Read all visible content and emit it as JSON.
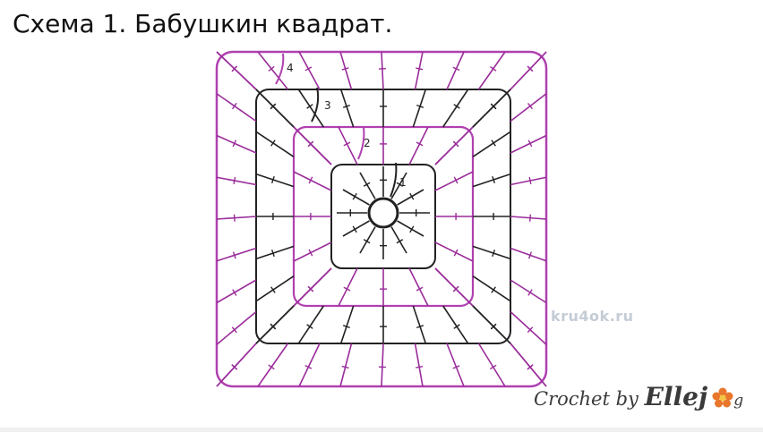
{
  "title": "Схема 1. Бабушкин квадрат.",
  "diagram": {
    "row_labels": [
      "1",
      "2",
      "3",
      "4"
    ],
    "colors": {
      "odd_rows": "#222222",
      "even_rows": "#9a2c9a",
      "chain": "#b040b0"
    }
  },
  "watermark": "kru4ok.ru",
  "brand": {
    "part1": "Crochet by ",
    "part2": "Ellej",
    "part3": "g"
  }
}
